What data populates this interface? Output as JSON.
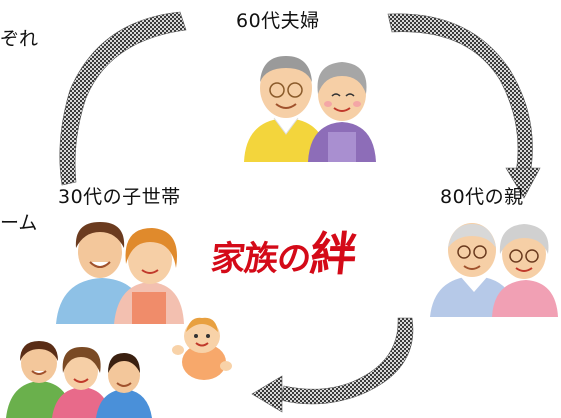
{
  "labels": {
    "top": "60代夫婦",
    "left": "30代の子世帯",
    "right": "80代の親",
    "center_small": "家族の",
    "center_big": "絆"
  },
  "cropped_left_text": {
    "line1": "ぞれ",
    "line2": "ーム"
  },
  "colors": {
    "arrow_dark": "#444444",
    "arrow_light": "#cfcfcf",
    "title_red": "#d40a18"
  },
  "illustrations": [
    {
      "name": "elderly-couple-60s",
      "people": 2
    },
    {
      "name": "young-couple-30s",
      "people": 2
    },
    {
      "name": "elderly-couple-80s",
      "people": 2
    },
    {
      "name": "children-group",
      "people": 3
    },
    {
      "name": "baby",
      "people": 1
    }
  ]
}
